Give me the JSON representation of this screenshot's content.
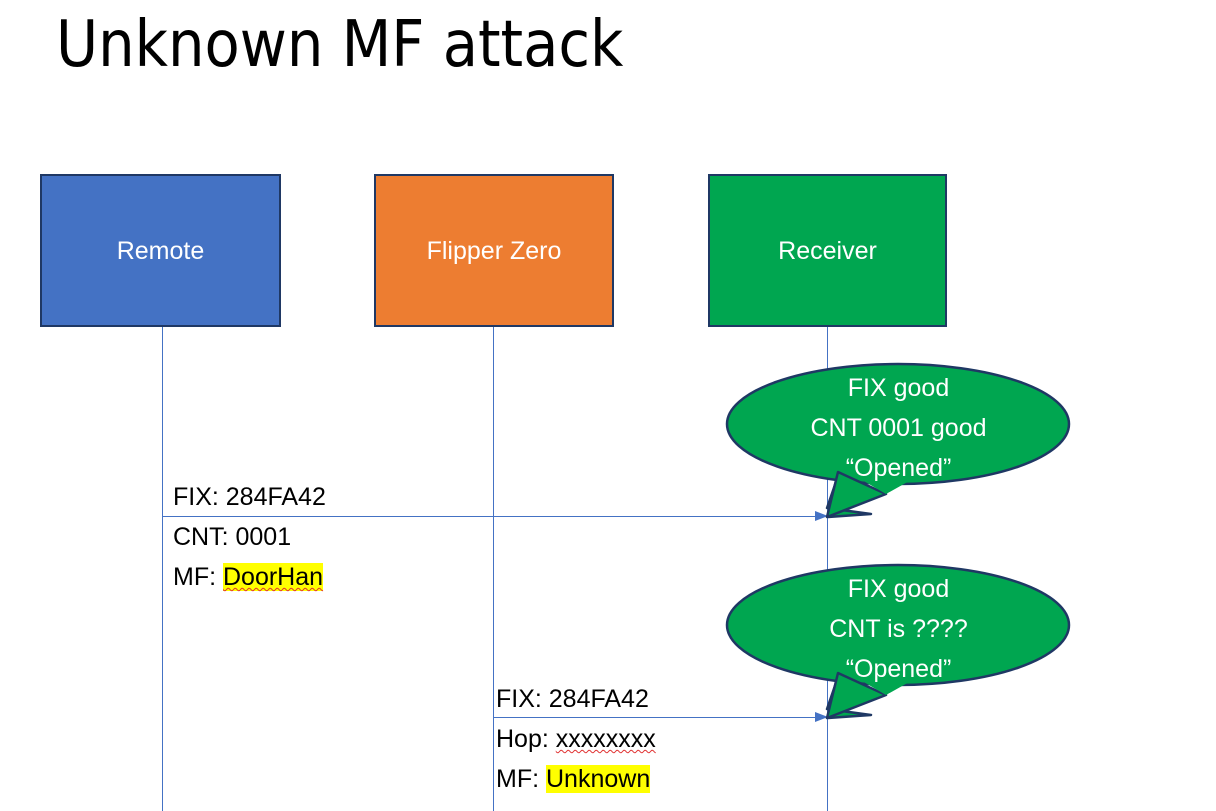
{
  "slide": {
    "title": "Unknown MF attack",
    "background": "#FFFFFF"
  },
  "colors": {
    "remote_fill": "#4472C4",
    "flipper_fill": "#ED7D31",
    "receiver_fill": "#00A650",
    "box_border": "#1F3864",
    "lifeline": "#4472C4",
    "bubble_fill": "#00A650",
    "bubble_border": "#1F3864",
    "highlight": "#FFFF00",
    "spellcheck_underline": "#E03030",
    "text": "#000000",
    "box_label_text": "#FFFFFF"
  },
  "actors": [
    {
      "id": "remote",
      "label": "Remote"
    },
    {
      "id": "flipper",
      "label": "Flipper Zero"
    },
    {
      "id": "receiver",
      "label": "Receiver"
    }
  ],
  "messages": [
    {
      "id": "msg1",
      "from": "remote",
      "to": "receiver",
      "line1": "FIX: 284FA42",
      "line2": "CNT: 0001",
      "line3_label": "MF: ",
      "line3_value": "DoorHan"
    },
    {
      "id": "msg2",
      "from": "flipper",
      "to": "receiver",
      "line1": "FIX: 284FA42",
      "line2_label": "Hop: ",
      "line2_value": "xxxxxxxx",
      "line3_label": "MF: ",
      "line3_value": "Unknown"
    }
  ],
  "bubbles": [
    {
      "id": "bubble1",
      "owner": "receiver",
      "line1": "FIX good",
      "line2": "CNT 0001 good",
      "line3": "“Opened”"
    },
    {
      "id": "bubble2",
      "owner": "receiver",
      "line1": "FIX good",
      "line2": "CNT is ????",
      "line3": "“Opened”"
    }
  ]
}
